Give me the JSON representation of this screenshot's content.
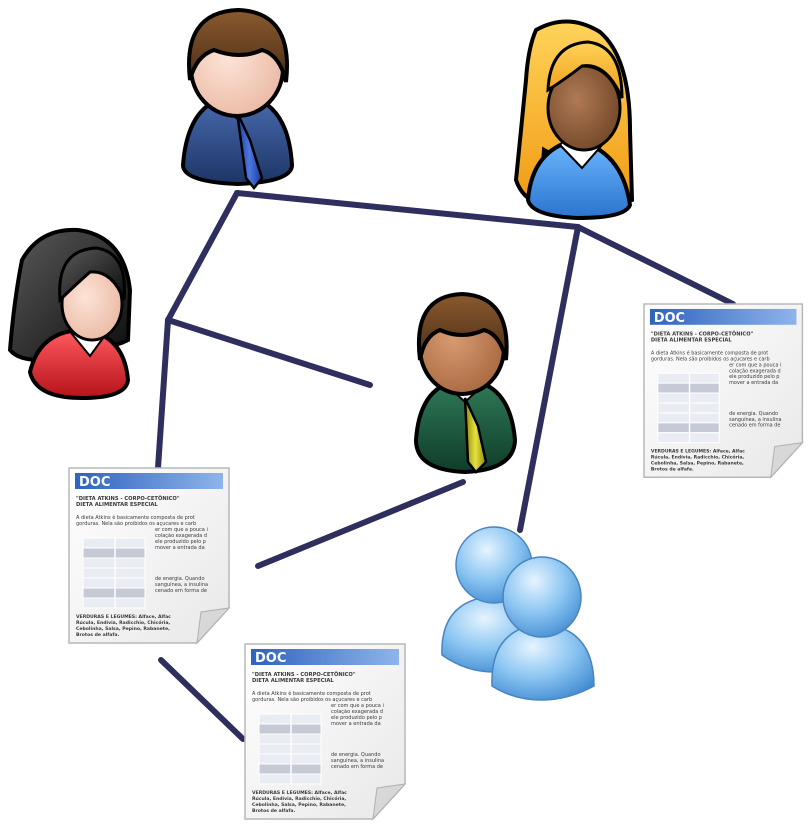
{
  "document": {
    "badge": "DOC",
    "title": "\"DIETA ATKINS - CORPO-CETÔNICO\"",
    "subtitle": "DIETA ALIMENTAR ESPECIAL",
    "body_lines": [
      "A dieta Atkins é basicamente composta de prot",
      "gorduras. Nela são proibidos os açucares e carb",
      "er com que a pouca i",
      "colação exagerada d",
      "ele produzido pelo p",
      "mover a entrada da",
      "de energia. Quando",
      "sanguínea, a insulina",
      "cenado em forma de"
    ],
    "footer_lines": [
      "VERDURAS E LEGUMES: Alface, Alfac",
      "Rúcula, Endívia, Radicchio, Chicória,",
      "Cebolinha, Salsa, Pepino, Rabanete,",
      "Brotos de alfafa."
    ]
  },
  "colors": {
    "connector": "#2e2f5e",
    "doc_header": "#3b6fc4",
    "man_suit_blue": "#2c4a8a",
    "man_suit_green": "#1f5a40",
    "woman_red": "#d9262b",
    "woman_blue": "#3a8de0",
    "hair_blonde": "#f5a623",
    "group_blue": "#6fb1ea"
  },
  "icons": [
    "man-blue-suit-icon",
    "woman-blonde-icon",
    "woman-black-hair-icon",
    "man-green-suit-icon",
    "user-group-icon",
    "document-icon"
  ]
}
